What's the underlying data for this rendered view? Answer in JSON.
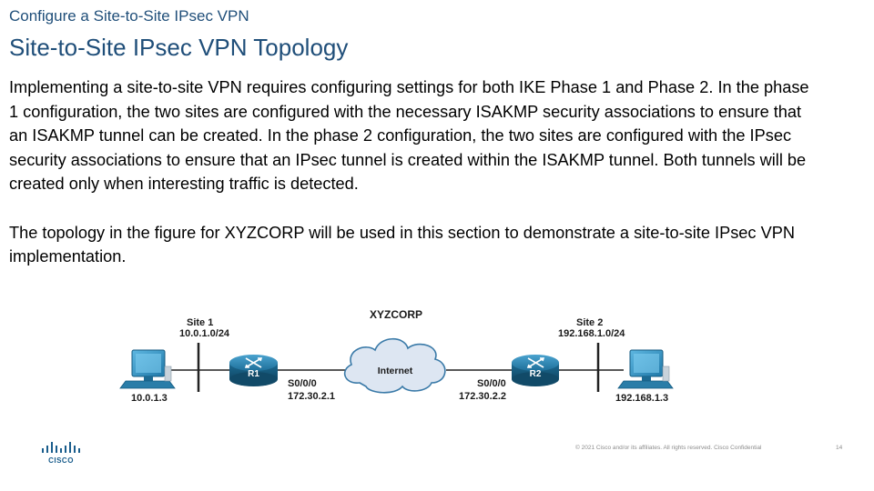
{
  "header": {
    "section_title": "Configure a Site-to-Site IPsec VPN",
    "slide_title": "Site-to-Site IPsec VPN Topology"
  },
  "body": {
    "paragraph1": "Implementing a site-to-site VPN requires configuring settings for both IKE Phase 1 and Phase 2. In the phase 1 configuration, the two sites are configured with the necessary ISAKMP security associations to ensure that an ISAKMP tunnel can be created. In the phase 2 configuration, the two sites are configured with the IPsec security associations to ensure that an IPsec tunnel is created within the ISAKMP tunnel. Both tunnels will be created only when interesting traffic is detected.",
    "paragraph2": "The topology in the figure for XYZCORP will be used in this section to demonstrate a site-to-site IPsec VPN implementation."
  },
  "topology": {
    "title": "XYZCORP",
    "site1_name": "Site 1",
    "site1_network": "10.0.1.0/24",
    "pc1_ip": "10.0.1.3",
    "r1_name": "R1",
    "r1_interface": "S0/0/0",
    "r1_ip": "172.30.2.1",
    "cloud_label": "Internet",
    "r2_interface": "S0/0/0",
    "r2_ip": "172.30.2.2",
    "r2_name": "R2",
    "site2_name": "Site 2",
    "site2_network": "192.168.1.0/24",
    "pc2_ip": "192.168.1.3",
    "router_color": "#2a7da8",
    "pc_color": "#2a7da8",
    "cloud_color": "#dde6f2"
  },
  "footer": {
    "logo_text": "CISCO",
    "copyright": "© 2021  Cisco and/or its affiliates. All rights reserved.   Cisco Confidential",
    "page_number": "14"
  }
}
